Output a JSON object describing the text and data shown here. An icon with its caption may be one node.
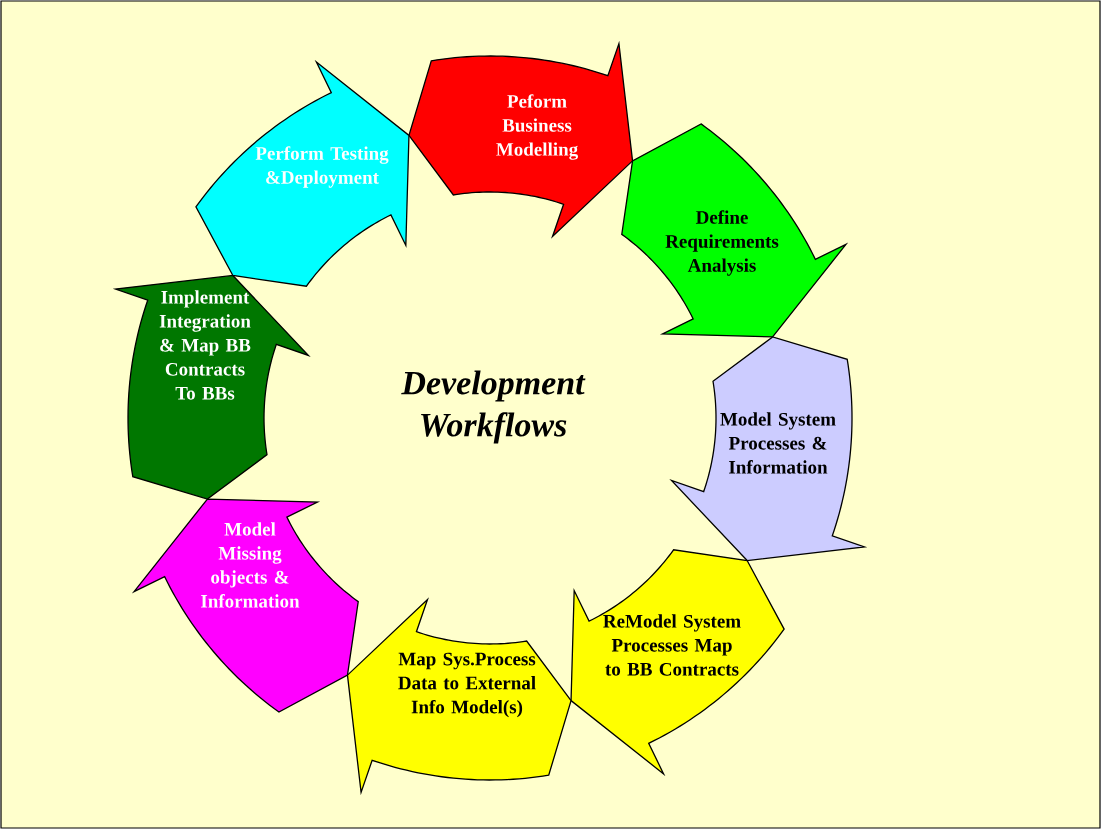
{
  "diagram": {
    "title": "Development Workflows",
    "nodes": [
      {
        "text": [
          "Peform Business Modelling"
        ]
      },
      {
        "text": [
          "Define Requirements Analysis"
        ]
      },
      {
        "text": [
          "Model System Processes & Information"
        ]
      },
      {
        "text": [
          "ReModel System Processes Map to BB Contracts"
        ]
      },
      {
        "text": [
          "Map Sys.Process Data to External Info Model(s)"
        ]
      },
      {
        "text": [
          "Model Missing objects & Information"
        ]
      },
      {
        "text": [
          "Implement Integration & Map BB Contracts To BBs"
        ]
      },
      {
        "text": [
          "Perform Testing &Deployment"
        ]
      }
    ]
  }
}
